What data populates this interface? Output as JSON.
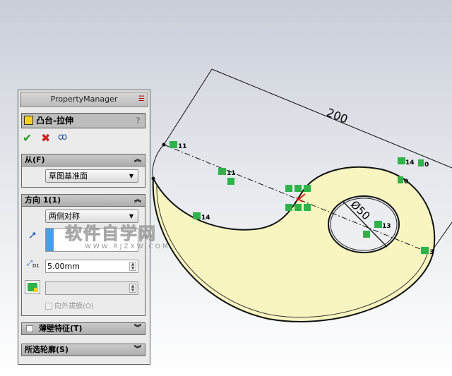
{
  "property_manager": {
    "title": "PropertyManager",
    "feature_name": "凸台-拉伸",
    "help": "?",
    "actions": {
      "ok_icon": "check-icon",
      "cancel_icon": "x-icon",
      "preview_icon": "glasses-icon"
    },
    "from": {
      "label": "从(F)",
      "value": "草图基准面"
    },
    "direction1": {
      "label": "方向 1(1)",
      "end_condition": "两侧对称",
      "depth": "5.00mm",
      "draft_outward_label": "向外拔模(O)"
    },
    "thin_feature": {
      "label": "薄壁特征(T)"
    },
    "selected_contours": {
      "label": "所选轮廓(S)"
    }
  },
  "sketch": {
    "dimensions": {
      "length": "200",
      "diameter": "Ø50"
    },
    "relation_labels": [
      "11",
      "11",
      "14",
      "14",
      "0",
      "0",
      "13",
      "3"
    ],
    "fill_color": "#f8f5c0",
    "relation_color": "#2db34a"
  },
  "watermark": {
    "text": "软件自学网",
    "url": "WWW.RJZXW.COM"
  }
}
